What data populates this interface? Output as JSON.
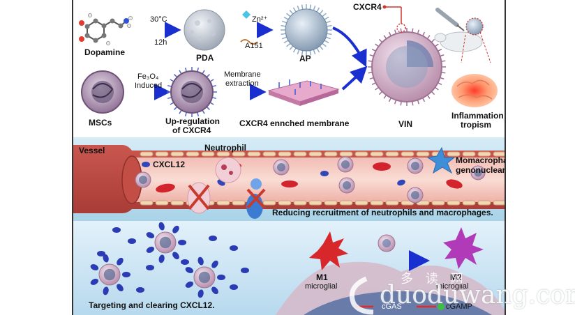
{
  "top": {
    "dopamine": "Dopamine",
    "temp": "30°C",
    "time": "12h",
    "pda": "PDA",
    "zn": "Zn²⁺",
    "a151": "A151",
    "ap": "AP",
    "cxcr4": "CXCR4",
    "mscs": "MSCs",
    "fe3o4": "Fe₃O₄",
    "induced": "Induced",
    "upreg_1": "Up-regulation",
    "upreg_2": "of CXCR4",
    "membrane_1": "Membrane",
    "membrane_2": "extraction",
    "enriched": "CXCR4 ennched membrane",
    "vin": "VIN",
    "inflam_1": "Inflammation",
    "inflam_2": "tropism"
  },
  "vessel": {
    "vessel": "Vessel",
    "neutrophil": "Neutrophil",
    "cxcl12": "CXCL12",
    "mono_1": "Momacropha",
    "mono_2": "genonuclear",
    "reducing": "Reducing recruitment of neutrophils  and  macrophages."
  },
  "bottom": {
    "m1_1": "M1",
    "m1_2": "microglial",
    "m2_1": "M2",
    "m2_2": "microglial",
    "targeting": "Targeting and clearing CXCL12.",
    "cgas": "cGAS",
    "cgamp": "cGAMP"
  },
  "watermark": {
    "chars": "多 读 网",
    "url": "duoduwang.com"
  }
}
